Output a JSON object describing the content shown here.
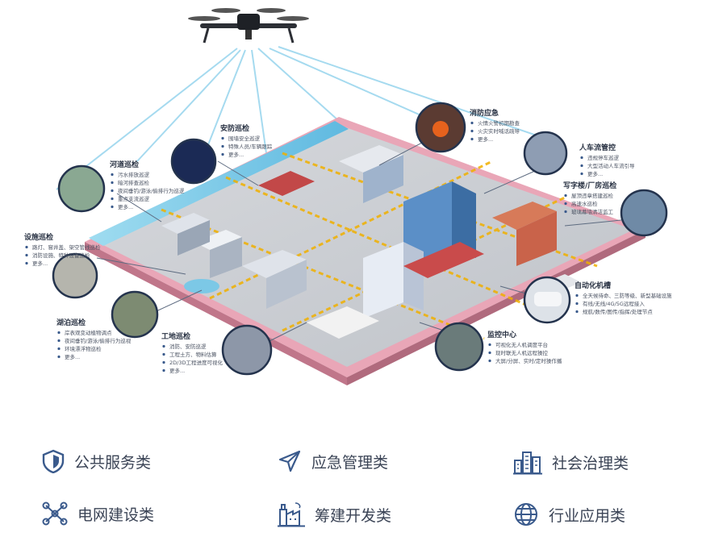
{
  "diagram": {
    "callouts": [
      {
        "id": "security",
        "title": "安防巡检",
        "items": [
          "围墙安全巡逻",
          "特殊人员/车辆跟踪",
          "更多..."
        ]
      },
      {
        "id": "river",
        "title": "河道巡检",
        "items": [
          "污水排放巡逻",
          "暗河排查巡检",
          "夜间垂钓/游泳/偷排行为巡逻",
          "重点支流巡逻",
          "更多..."
        ]
      },
      {
        "id": "facility",
        "title": "设施巡检",
        "items": [
          "路灯、窨井盖、架空管线巡检",
          "消防设施、特种设备巡检",
          "更多..."
        ]
      },
      {
        "id": "lake",
        "title": "湖泊巡检",
        "items": [
          "岸表观变动植物调点",
          "夜间垂钓/游泳/偷排行为巡视",
          "环境漂浮物巡检",
          "更多..."
        ]
      },
      {
        "id": "site",
        "title": "工地巡检",
        "items": [
          "消防、安防巡逻",
          "工程土方、物料估算",
          "2D/3D工程进度可视化",
          "更多..."
        ]
      },
      {
        "id": "fire",
        "title": "消防应急",
        "items": [
          "火情火警初期勘查",
          "火灾实时喊话疏导",
          "更多..."
        ]
      },
      {
        "id": "traffic",
        "title": "人车流管控",
        "items": [
          "违规停车巡逻",
          "大型活动人车流引导",
          "更多..."
        ]
      },
      {
        "id": "office",
        "title": "写字楼/厂房巡检",
        "items": [
          "屋顶违章搭建巡检",
          "高速水巡检",
          "玻璃幕墙清洁监工"
        ]
      },
      {
        "id": "hangar",
        "title": "自动化机槽",
        "items": [
          "全天候待命、三防等级、新型基础设施",
          "有线/无线/4G/5G远程接入",
          "规航/数传/图传/指挥/处理节点"
        ]
      },
      {
        "id": "monitor",
        "title": "监控中心",
        "items": [
          "可视化无人机调度平台",
          "现时联无人机远程操控",
          "大屏/分屏、实时/定时操作播"
        ]
      }
    ]
  },
  "categories": [
    {
      "label": "公共服务类",
      "icon": "shield-icon"
    },
    {
      "label": "应急管理类",
      "icon": "paper-plane-icon"
    },
    {
      "label": "社会治理类",
      "icon": "city-buildings-icon"
    },
    {
      "label": "电网建设类",
      "icon": "network-nodes-icon"
    },
    {
      "label": "筹建开发类",
      "icon": "factory-icon"
    },
    {
      "label": "行业应用类",
      "icon": "globe-icon"
    }
  ],
  "colors": {
    "accent": "#3a5a8c",
    "text": "#3b4456",
    "beam": "#7cc8e6"
  }
}
